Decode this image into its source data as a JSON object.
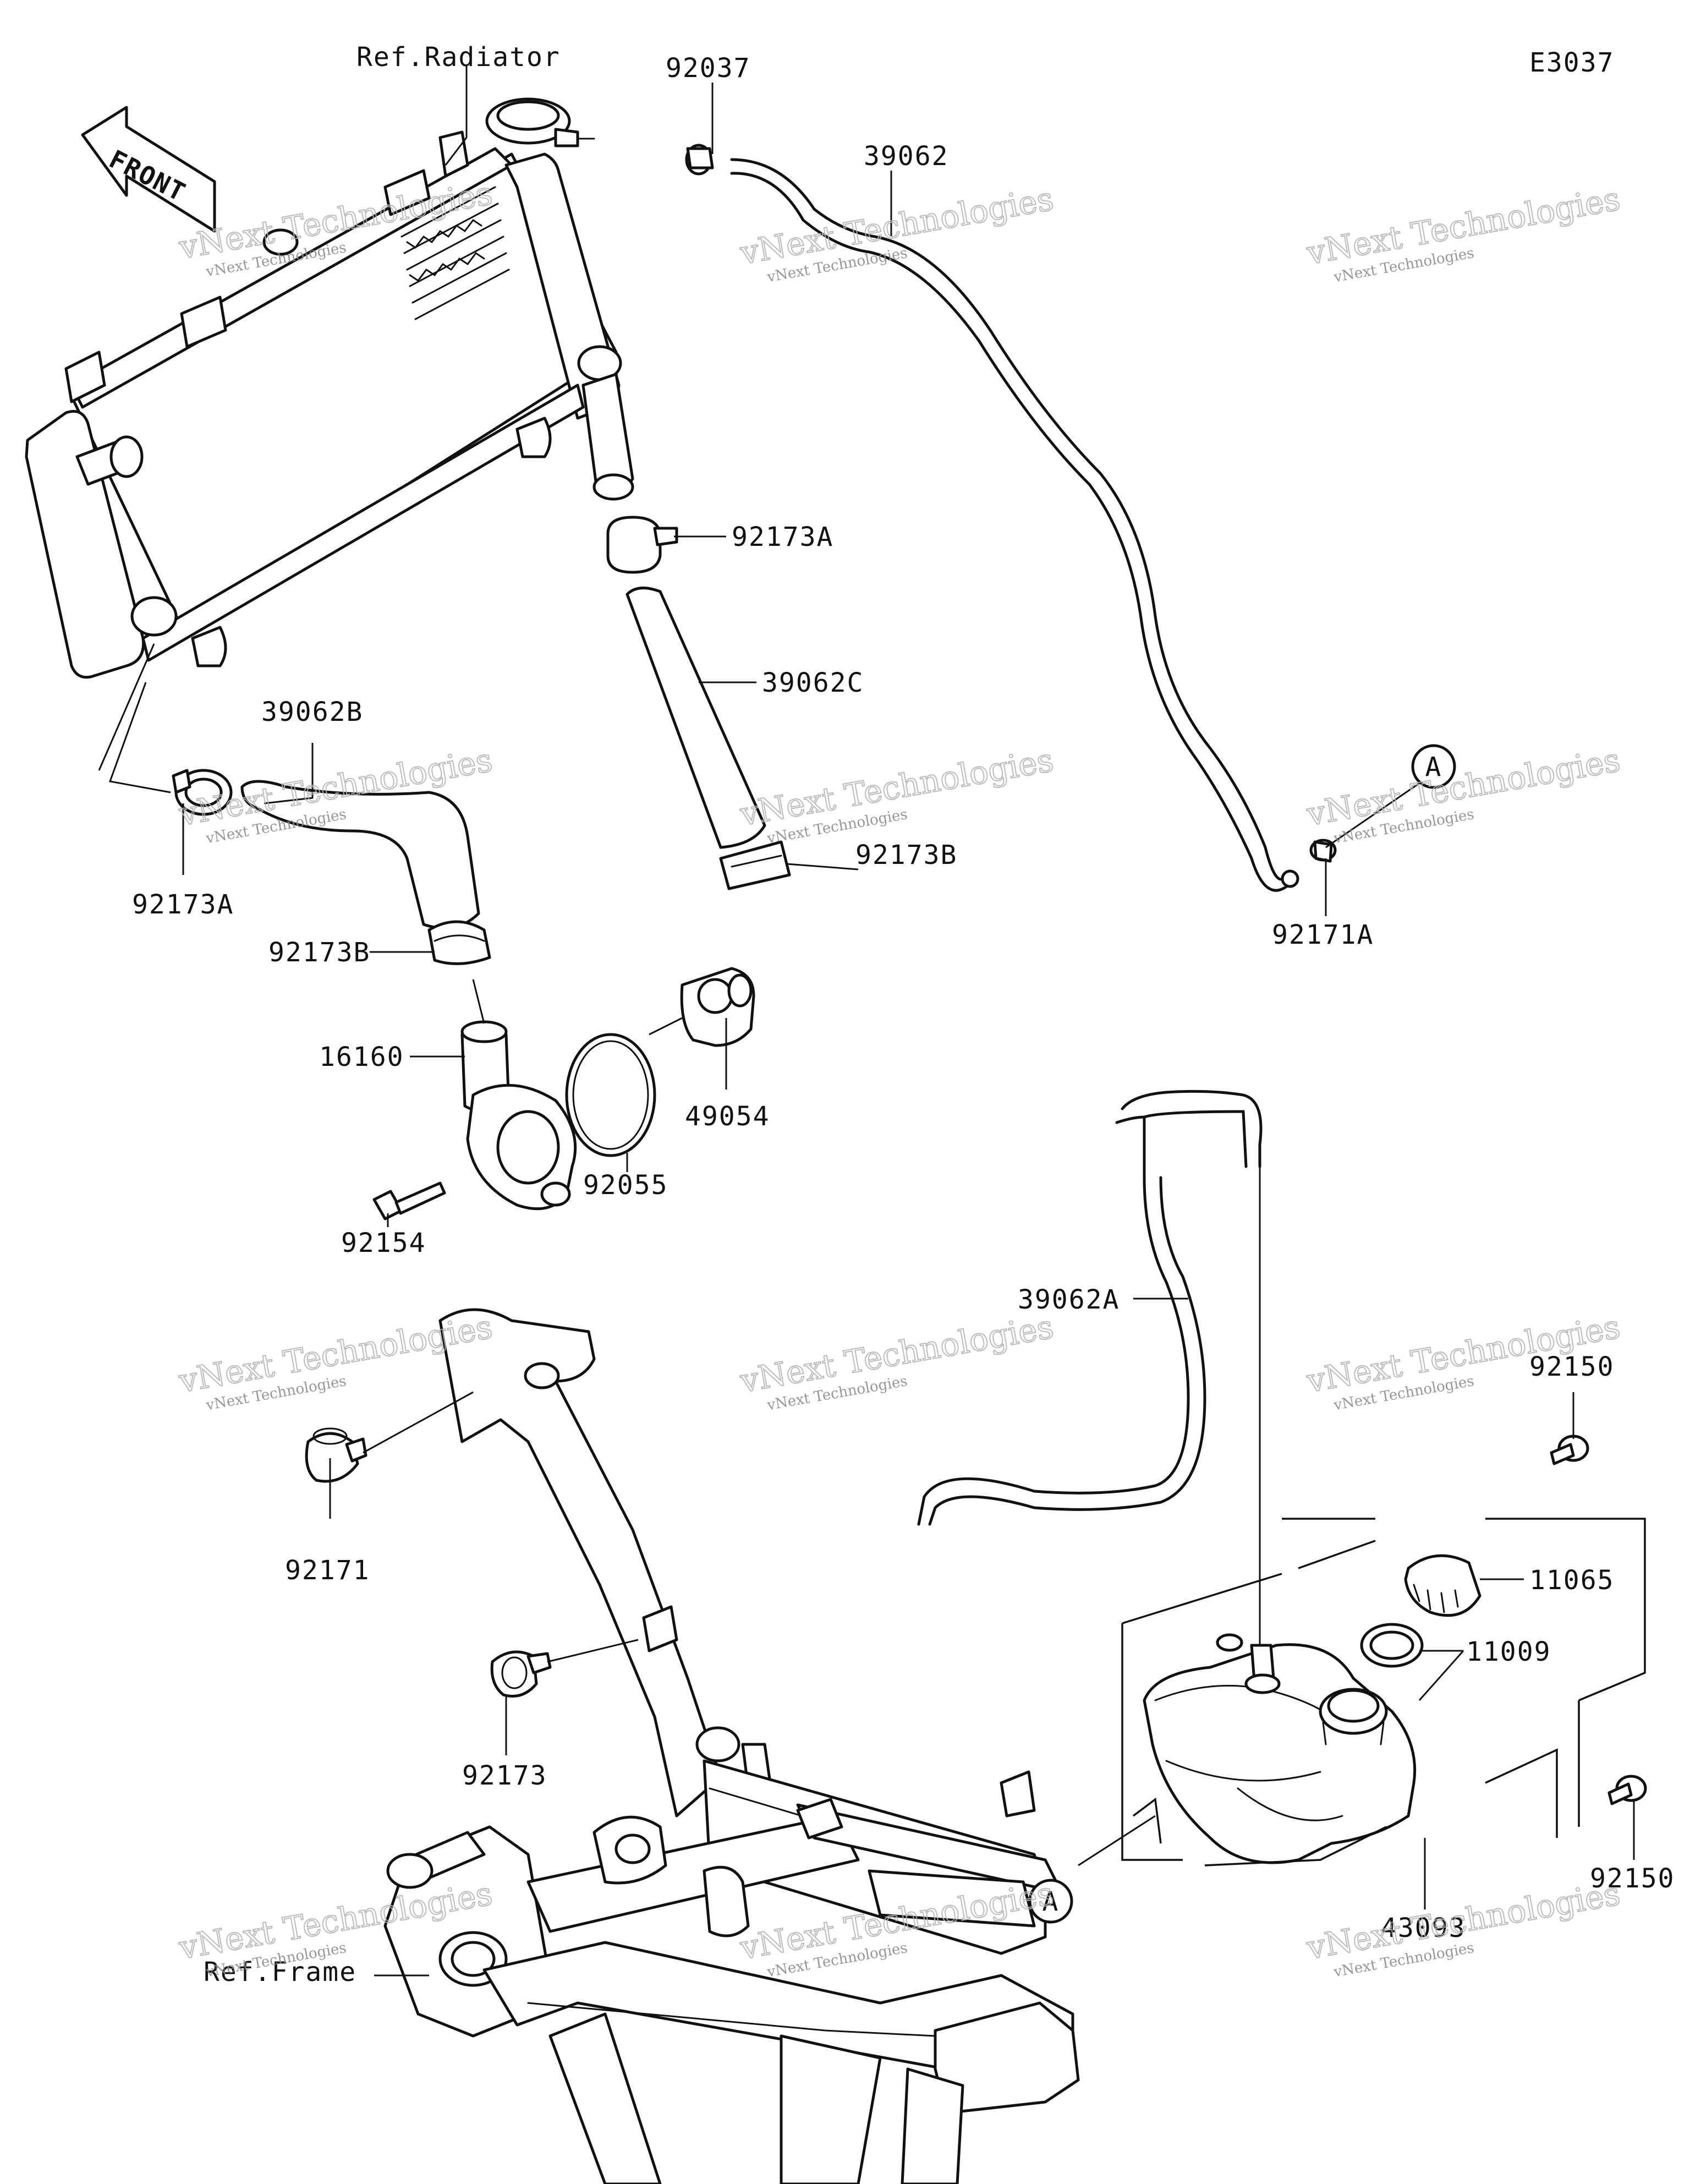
{
  "diagram": {
    "code": "E3037",
    "front_arrow": "FRONT",
    "references": {
      "radiator": "Ref.Radiator",
      "frame": "Ref.Frame"
    },
    "callout_markers": [
      "A",
      "A"
    ],
    "part_labels": [
      "92037",
      "39062",
      "92173A",
      "39062C",
      "39062B",
      "92173A",
      "92173B",
      "92173B",
      "92171A",
      "16160",
      "49054",
      "92055",
      "92154",
      "39062A",
      "92150",
      "11065",
      "11009",
      "92171",
      "92173",
      "92150",
      "43093"
    ],
    "watermark": {
      "line1": "vNext Technologies",
      "line2": "vNext Technologies"
    }
  }
}
